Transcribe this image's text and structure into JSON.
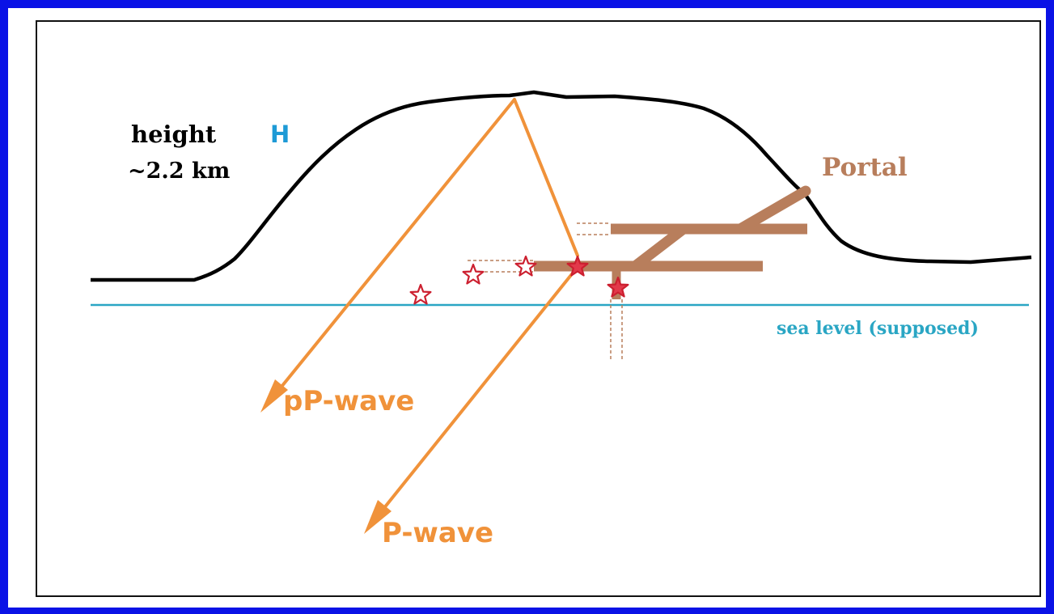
{
  "labels": {
    "height": "height",
    "height_symbol": "H",
    "height_value": "~2.2 km",
    "portal": "Portal",
    "sea_level": "sea level (supposed)",
    "pp_wave": "pP-wave",
    "p_wave": "P-wave"
  },
  "colors": {
    "background_border": "#0a12e6",
    "mountain": "#000000",
    "sea_level": "#2aa6c4",
    "ray": "#f0923a",
    "tunnel": "#b87e5c",
    "star": "#cc1f2f",
    "symbol_H": "#1e9ad6",
    "guide_lines": "#b87e5c"
  },
  "markers": {
    "stars": [
      {
        "filled": false
      },
      {
        "filled": false
      },
      {
        "filled": false
      },
      {
        "filled": true
      },
      {
        "filled": true
      }
    ]
  }
}
